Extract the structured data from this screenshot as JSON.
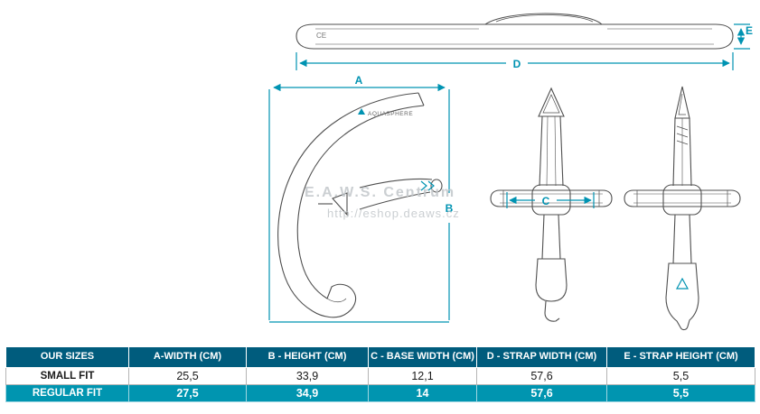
{
  "colors": {
    "accent": "#0093b2",
    "table_header_bg": "#005c7d",
    "highlight_row_bg": "#0095b0"
  },
  "diagram": {
    "labels": {
      "a": "A",
      "b": "B",
      "c": "C",
      "d": "D",
      "e": "E"
    },
    "brand": "AQUASPHERE",
    "ce_mark": "CE",
    "watermark": {
      "line1": "E.A.W.S. Centrum",
      "line2": "http://eshop.deaws.cz"
    }
  },
  "table": {
    "headers": [
      "OUR SIZES",
      "A-WIDTH (CM)",
      "B - HEIGHT (CM)",
      "C - BASE WIDTH (CM)",
      "D - STRAP WIDTH (CM)",
      "E - STRAP HEIGHT (CM)"
    ],
    "rows": [
      {
        "label": "SMALL FIT",
        "values": [
          "25,5",
          "33,9",
          "12,1",
          "57,6",
          "5,5"
        ]
      },
      {
        "label": "REGULAR FIT",
        "values": [
          "27,5",
          "34,9",
          "14",
          "57,6",
          "5,5"
        ]
      }
    ]
  }
}
